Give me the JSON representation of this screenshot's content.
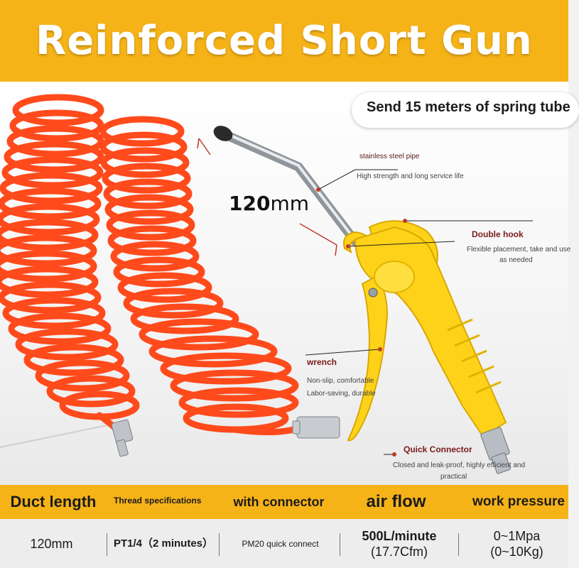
{
  "banner": {
    "title": "Reinforced Short Gun"
  },
  "badge": {
    "text": "Send 15 meters of spring tube"
  },
  "dimension": {
    "value": "120",
    "unit": "mm"
  },
  "callouts": {
    "pipe": {
      "title": "stainless steel pipe",
      "desc": "High strength and long service life"
    },
    "hook": {
      "title": "Double hook",
      "desc_line1": "Flexible placement, take and use",
      "desc_line2": "as needed"
    },
    "wrench": {
      "title": "wrench",
      "desc_line1": "Non-slip, comfortable",
      "desc_line2": "Labor-saving, durable"
    },
    "connector": {
      "title": "Quick Connector",
      "desc_line1": "Closed and leak-proof, highly efficient and",
      "desc_line2": "practical"
    }
  },
  "specs": {
    "headers": [
      "Duct length",
      "Thread specifications",
      "with connector",
      "air flow",
      "work pressure"
    ],
    "duct_length": "120mm",
    "thread": "PT1/4（2 minutes）",
    "connector": "PM20 quick connect",
    "air_flow_line1": "500L/minute",
    "air_flow_line2": "(17.7Cfm)",
    "pressure_line1": "0~1Mpa",
    "pressure_line2": "(0~10Kg)"
  },
  "colors": {
    "banner": "#f6b318",
    "hose": "#ff4a1c",
    "gun_body": "#ffd21a",
    "text_dark": "#1b1b1b"
  }
}
